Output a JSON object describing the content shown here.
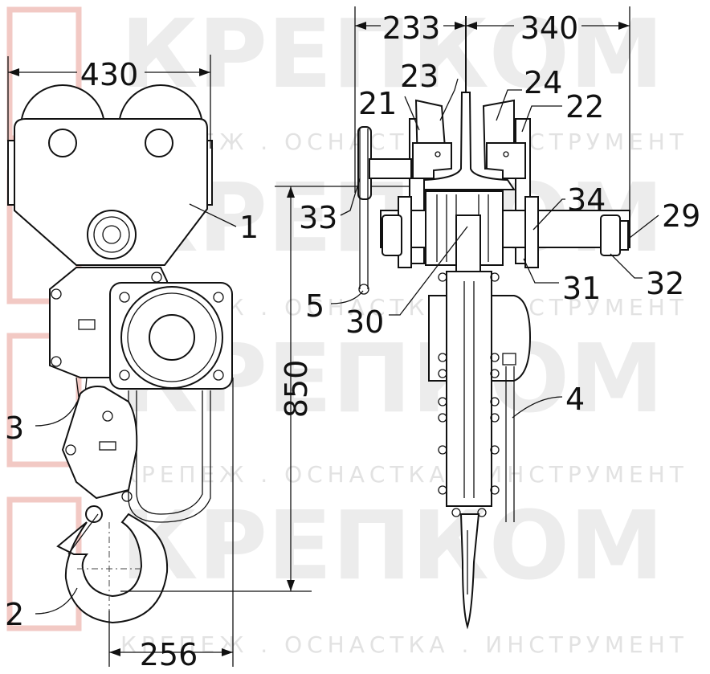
{
  "watermark": {
    "brand": "КРЕПКОМ",
    "tagline": "КРЕПЕЖ . ОСНАСТКА . ИНСТРУМЕНТ",
    "color": "#e8e8e8",
    "logo_color": "#f2c9c4"
  },
  "dimensions": {
    "width_left": "430",
    "height": "850",
    "bottom": "256",
    "left_flange": "233",
    "right_flange": "340"
  },
  "callouts": {
    "c1": "1",
    "c2": "2",
    "c3": "3",
    "c4": "4",
    "c5": "5",
    "c21": "21",
    "c22": "22",
    "c23": "23",
    "c24": "24",
    "c29": "29",
    "c30": "30",
    "c31": "31",
    "c32": "32",
    "c33": "33",
    "c34": "34"
  }
}
